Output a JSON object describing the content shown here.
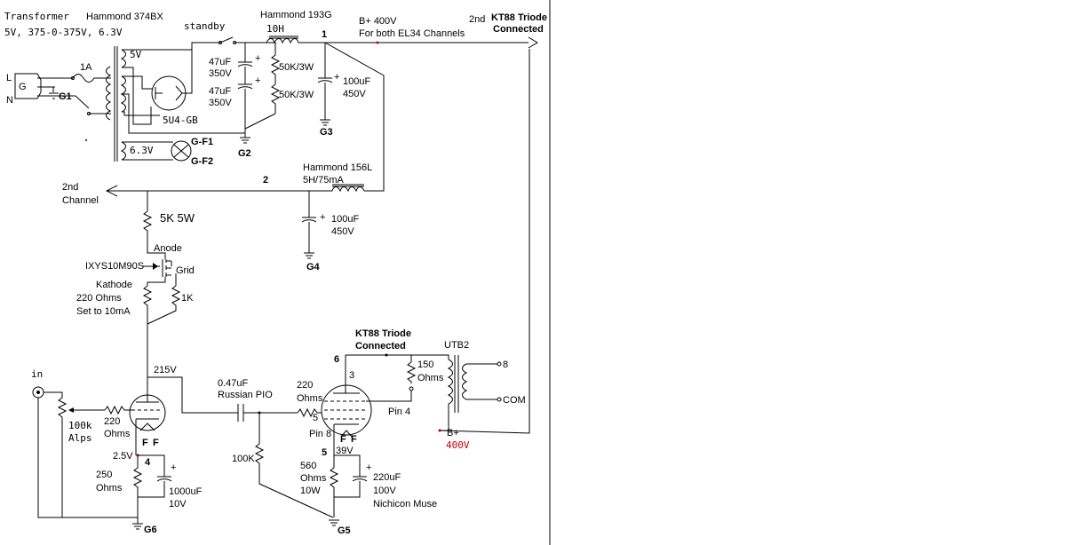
{
  "colors": {
    "wire": "#000000",
    "b_plus_voltage_label": "#cc0000",
    "red_dot": "#cc0000",
    "background": "#ffffff",
    "frame_line": "#000000"
  },
  "labels": {
    "transformer_title": "Transformer",
    "transformer_model": "Hammond 374BX",
    "transformer_spec": "5V, 375-0-375V, 6.3V",
    "standby": "standby",
    "choke1_model": "Hammond 193G",
    "choke1_value": "10H",
    "bplus_title": "B+ 400V",
    "bplus_sub": "For both EL34 Channels",
    "second": "2nd",
    "kt88_top_1": "KT88 Triode",
    "kt88_top_2": "Connected",
    "node1": "1",
    "node2": "2",
    "node4": "4",
    "node5": "5",
    "node6": "6",
    "fuse": "1A",
    "mains_l": "L",
    "mains_n": "N",
    "mains_g": "G",
    "g1": "G1",
    "g2": "G2",
    "g3": "G3",
    "g4": "G4",
    "g5": "G5",
    "g6": "G6",
    "gf1": "G-F1",
    "gf2": "G-F2",
    "five_v": "5V",
    "six_three_v": "6.3V",
    "rectifier": "5U4-GB",
    "cap1a": "47uF",
    "cap1b": "350V",
    "cap2a": "47uF",
    "cap2b": "350V",
    "r50k_1": "50K/3W",
    "r50k_2": "50K/3W",
    "cap3a": "100uF",
    "cap3b": "450V",
    "choke2_model": "Hammond 156L",
    "choke2_value": "5H/75mA",
    "cap4a": "100uF",
    "cap4b": "450V",
    "second_channel_1": "2nd",
    "second_channel_2": "Channel",
    "r5k": "5K 5W",
    "anode": "Anode",
    "mosfet": "IXYS10M90S",
    "grid": "Grid",
    "kathode": "Kathode",
    "r220_a": "220 Ohms",
    "r220_b": "Set to 10mA",
    "r1k": "1K",
    "v215": "215V",
    "input": "in",
    "pot_1": "100k",
    "pot_2": "Alps",
    "grid_r_1": "220",
    "grid_r_2": "Ohms",
    "filament_f1": "F",
    "filament_f2": "F",
    "v25": "2.5V",
    "rk250_1": "250",
    "rk250_2": "Ohms",
    "ck1000_1": "1000uF",
    "ck1000_2": "10V",
    "coupling_1": "0.47uF",
    "coupling_2": "Russian PIO",
    "r100k": "100K",
    "r220g_1": "220",
    "r220g_2": "Ohms",
    "pin5": "5",
    "pin8": "Pin 8",
    "kt88_mid_1": "KT88 Triode",
    "kt88_mid_2": "Connected",
    "pin3": "3",
    "r150_1": "150",
    "r150_2": "Ohms",
    "pin4": "Pin 4",
    "v39": "39V",
    "rk560_1": "560",
    "rk560_2": "Ohms",
    "rk560_3": "10W",
    "ck220_1": "220uF",
    "ck220_2": "100V",
    "ck220_3": "Nichicon Muse",
    "out_tx": "UTB2",
    "tap8": "8",
    "tapcom": "COM",
    "bplus_bot": "B+",
    "v400": "400V"
  }
}
